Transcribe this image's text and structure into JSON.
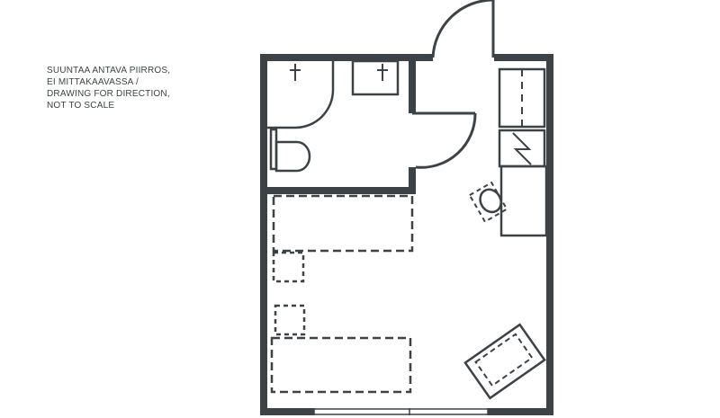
{
  "note": {
    "lines": [
      "SUUNTAA ANTAVA PIIRROS,",
      "EI MITTAKAAVASSA /",
      "DRAWING FOR DIRECTION,",
      "NOT TO SCALE"
    ]
  },
  "colors": {
    "wall": "#3c4245",
    "background": "#ffffff"
  },
  "icons": {
    "shower": "shower-icon",
    "sink": "sink-icon",
    "toilet": "toilet-icon",
    "stove": "stove-icon",
    "chair": "chair-icon",
    "armchair": "armchair-icon"
  }
}
